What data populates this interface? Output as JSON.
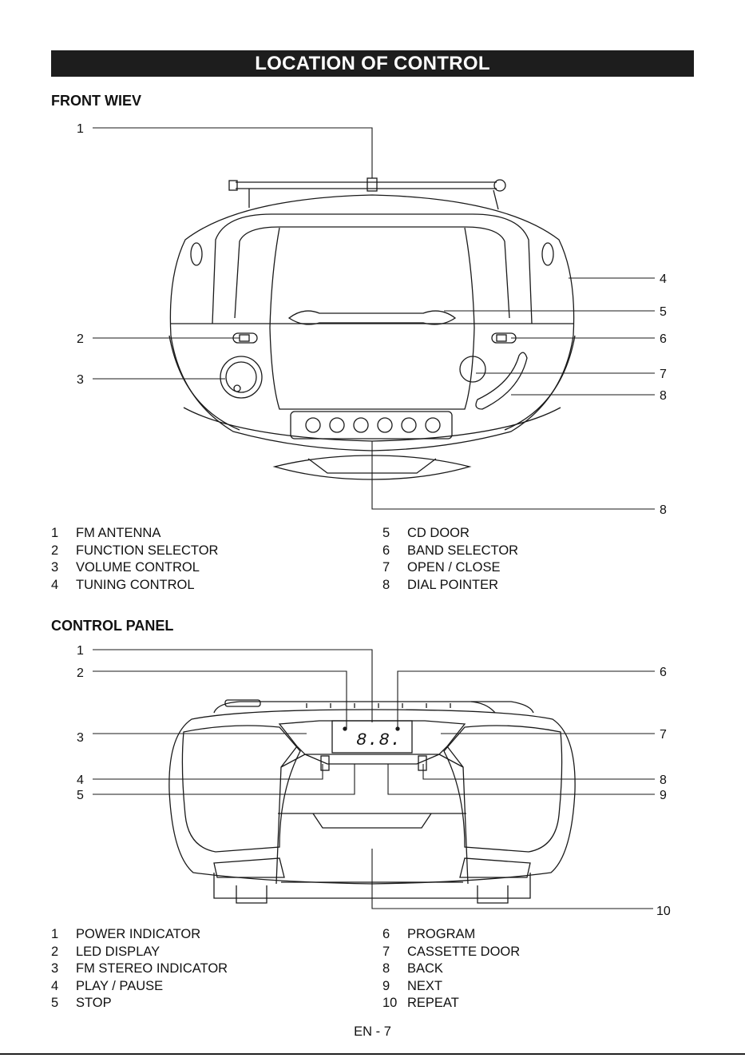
{
  "page_title": "LOCATION OF CONTROL",
  "front": {
    "heading": "FRONT WIEV",
    "callouts": [
      "1",
      "2",
      "3",
      "4",
      "5",
      "6",
      "7",
      "8",
      "8"
    ],
    "legend_left": [
      {
        "num": "1",
        "label": "FM ANTENNA"
      },
      {
        "num": "2",
        "label": "FUNCTION SELECTOR"
      },
      {
        "num": "3",
        "label": "VOLUME CONTROL"
      },
      {
        "num": "4",
        "label": "TUNING CONTROL"
      }
    ],
    "legend_right": [
      {
        "num": "5",
        "label": "CD DOOR"
      },
      {
        "num": "6",
        "label": "BAND SELECTOR"
      },
      {
        "num": "7",
        "label": "OPEN / CLOSE"
      },
      {
        "num": "8",
        "label": "DIAL POINTER"
      }
    ]
  },
  "panel": {
    "heading": "CONTROL PANEL",
    "display_readout": "8.8.",
    "callouts": [
      "1",
      "2",
      "3",
      "4",
      "5",
      "6",
      "7",
      "8",
      "9",
      "10"
    ],
    "legend_left": [
      {
        "num": "1",
        "label": "POWER INDICATOR"
      },
      {
        "num": "2",
        "label": "LED DISPLAY"
      },
      {
        "num": "3",
        "label": "FM STEREO INDICATOR"
      },
      {
        "num": "4",
        "label": "PLAY / PAUSE"
      },
      {
        "num": "5",
        "label": "STOP"
      }
    ],
    "legend_right": [
      {
        "num": "6",
        "label": "PROGRAM"
      },
      {
        "num": "7",
        "label": "CASSETTE DOOR"
      },
      {
        "num": "8",
        "label": "BACK"
      },
      {
        "num": "9",
        "label": "NEXT"
      },
      {
        "num": "10",
        "label": "REPEAT"
      }
    ]
  },
  "footer": {
    "page_number": "EN - 7"
  }
}
